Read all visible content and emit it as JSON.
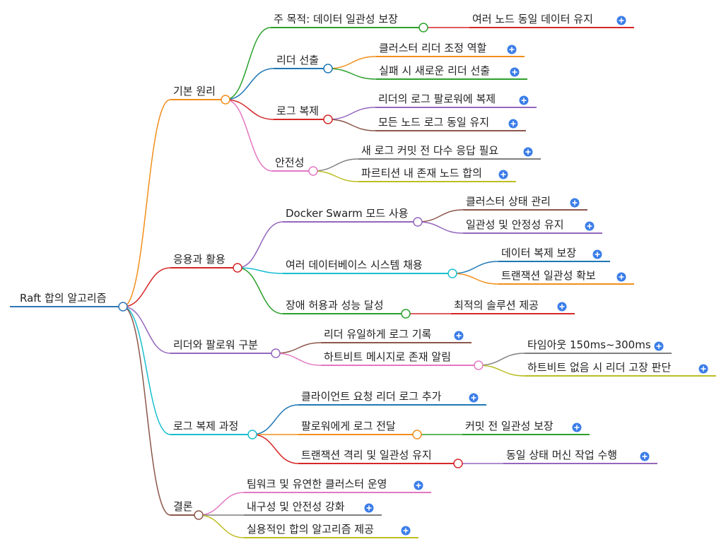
{
  "colors": {
    "background": "#ffffff",
    "text": "#222222",
    "expand_button": "#3b7de8"
  },
  "mindmap": {
    "root": {
      "label": "Raft 합의 알고리즘",
      "color": "#2e75b6"
    },
    "branches": [
      {
        "id": "basic",
        "label": "기본 원리",
        "color": "#f28e1b",
        "children": [
          {
            "id": "goal",
            "label": "주 목적: 데이터 일관성 보장",
            "color": "#2ca02c",
            "children": [
              {
                "label": "여러 노드 동일 데이터 유지",
                "color": "#d62728",
                "expandable": true
              }
            ]
          },
          {
            "id": "election",
            "label": "리더 선출",
            "color": "#1f77b4",
            "children": [
              {
                "label": "클러스터 리더 조정 역할",
                "color": "#f28e1b",
                "expandable": true
              },
              {
                "label": "실패 시 새로운 리더 선출",
                "color": "#2ca02c",
                "expandable": true
              }
            ]
          },
          {
            "id": "logrep",
            "label": "로그 복제",
            "color": "#d62728",
            "children": [
              {
                "label": "리더의 로그 팔로워에 복제",
                "color": "#9467bd",
                "expandable": true
              },
              {
                "label": "모든 노드 로그 동일 유지",
                "color": "#8c564b",
                "expandable": true
              }
            ]
          },
          {
            "id": "safety",
            "label": "안전성",
            "color": "#e377c2",
            "children": [
              {
                "label": "새 로그 커밋 전 다수 응답 필요",
                "color": "#7f7f7f",
                "expandable": true
              },
              {
                "label": "파르티션 내 존재 노드 합의",
                "color": "#bcbd22",
                "expandable": true
              }
            ]
          }
        ]
      },
      {
        "id": "usage",
        "label": "응용과 활용",
        "color": "#d62728",
        "children": [
          {
            "id": "docker",
            "label": "Docker Swarm 모드 사용",
            "color": "#9467bd",
            "children": [
              {
                "label": "클러스터 상태 관리",
                "color": "#8c564b",
                "expandable": true
              },
              {
                "label": "일관성 및 안정성 유지",
                "color": "#9467bd",
                "expandable": true
              }
            ]
          },
          {
            "id": "db",
            "label": "여러 데이터베이스 시스템 채용",
            "color": "#17becf",
            "children": [
              {
                "label": "데이터 복제 보장",
                "color": "#1f77b4",
                "expandable": true
              },
              {
                "label": "트랜잭션 일관성 확보",
                "color": "#f28e1b",
                "expandable": true
              }
            ]
          },
          {
            "id": "fault",
            "label": "장애 허용과 성능 달성",
            "color": "#2ca02c",
            "children": [
              {
                "label": "최적의 솔루션 제공",
                "color": "#d62728",
                "expandable": true
              }
            ]
          }
        ]
      },
      {
        "id": "roles",
        "label": "리더와 팔로워 구분",
        "color": "#9467bd",
        "children": [
          {
            "id": "leaderlog",
            "label": "리더 유일하게 로그 기록",
            "color": "#8c564b",
            "expandable": true,
            "children": []
          },
          {
            "id": "heartbeat",
            "label": "하트비트 메시지로 존재 알림",
            "color": "#e377c2",
            "children": [
              {
                "label": "타임아웃 150ms~300ms",
                "color": "#7f7f7f",
                "expandable": true
              },
              {
                "label": "하트비트 없음 시 리더 고장 판단",
                "color": "#bcbd22",
                "expandable": true
              }
            ]
          }
        ]
      },
      {
        "id": "process",
        "label": "로그 복제 과정",
        "color": "#17becf",
        "children": [
          {
            "id": "client",
            "label": "클라이언트 요청 리더 로그 추가",
            "color": "#1f77b4",
            "expandable": true,
            "children": []
          },
          {
            "id": "deliver",
            "label": "팔로워에게 로그 전달",
            "color": "#f28e1b",
            "children": [
              {
                "label": "커밋 전 일관성 보장",
                "color": "#2ca02c",
                "expandable": true
              }
            ]
          },
          {
            "id": "isolation",
            "label": "트랜잭션 격리 및 일관성 유지",
            "color": "#d62728",
            "children": [
              {
                "label": "동일 상태 머신 작업 수행",
                "color": "#9467bd",
                "expandable": true
              }
            ]
          }
        ]
      },
      {
        "id": "conclusion",
        "label": "결론",
        "color": "#8c564b",
        "children": [
          {
            "id": "c1",
            "label": "팀워크 및 유연한 클러스터 운영",
            "color": "#e377c2",
            "expandable": true,
            "children": []
          },
          {
            "id": "c2",
            "label": "내구성 및 안전성 강화",
            "color": "#7f7f7f",
            "expandable": true,
            "children": []
          },
          {
            "id": "c3",
            "label": "실용적인 합의 알고리즘 제공",
            "color": "#bcbd22",
            "expandable": true,
            "children": []
          }
        ]
      }
    ]
  }
}
